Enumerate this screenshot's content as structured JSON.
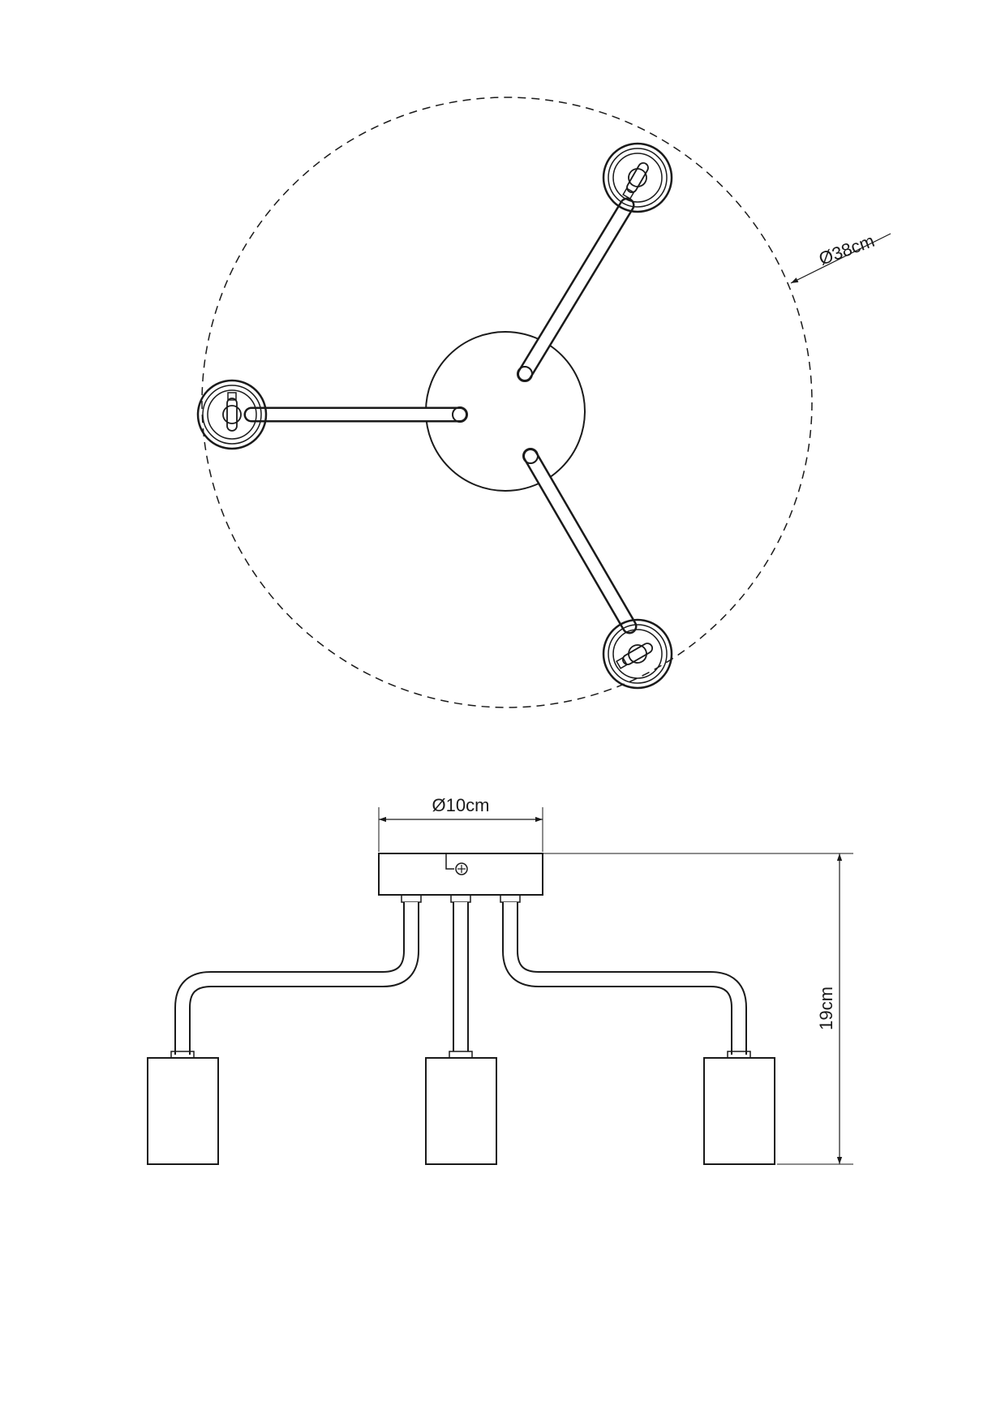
{
  "top_view": {
    "outer_diameter_label": "Ø38cm"
  },
  "side_view": {
    "canopy_diameter_label": "Ø10cm",
    "height_label": "19cm"
  }
}
